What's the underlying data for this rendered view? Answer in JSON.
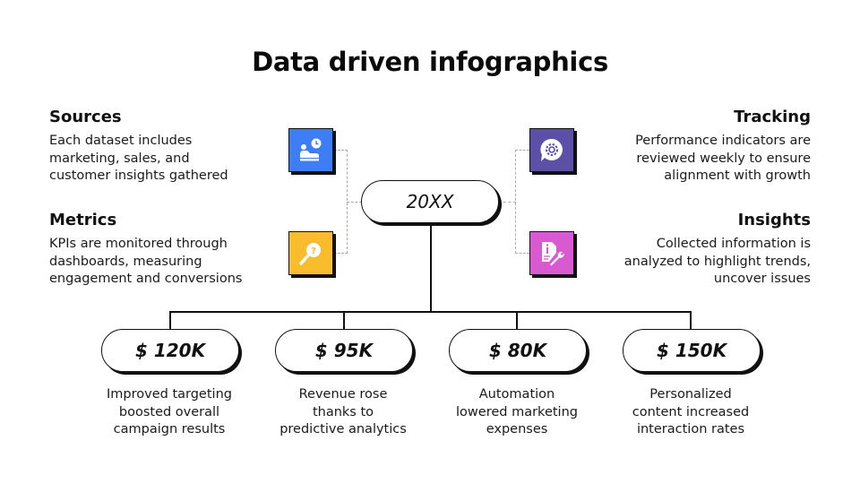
{
  "title": "Data driven infographics",
  "center_node": {
    "label": "20XX"
  },
  "left_blocks": [
    {
      "heading": "Sources",
      "description_lines": [
        "Each dataset includes",
        "marketing, sales, and",
        "customer insights gathered"
      ],
      "icon": "person-clock-icon",
      "icon_color": "#3D7EF5"
    },
    {
      "heading": "Metrics",
      "description_lines": [
        "KPIs are monitored through",
        "dashboards, measuring",
        "engagement and conversions"
      ],
      "icon": "magnifier-question-icon",
      "icon_color": "#F9BC2C"
    }
  ],
  "right_blocks": [
    {
      "heading": "Tracking",
      "description_lines": [
        "Performance indicators are",
        "reviewed weekly to ensure",
        "alignment with growth"
      ],
      "icon": "gear-chat-icon",
      "icon_color": "#5B4FA8"
    },
    {
      "heading": "Insights",
      "description_lines": [
        "Collected information is",
        "analyzed to highlight trends,",
        "uncover issues"
      ],
      "icon": "document-wrench-icon",
      "icon_color": "#D95AD0"
    }
  ],
  "values": [
    {
      "label": "$ 120K",
      "caption_lines": [
        "Improved targeting",
        "boosted overall",
        "campaign results"
      ]
    },
    {
      "label": "$ 95K",
      "caption_lines": [
        "Revenue rose",
        "thanks to",
        "predictive analytics"
      ]
    },
    {
      "label": "$ 80K",
      "caption_lines": [
        "Automation",
        "lowered marketing",
        "expenses"
      ]
    },
    {
      "label": "$ 150K",
      "caption_lines": [
        "Personalized",
        "content increased",
        "interaction rates"
      ]
    }
  ],
  "colors": {
    "text": "#111111",
    "connector_dashed": "#A8A8B8",
    "sources_blue": "#3D7EF5",
    "metrics_yellow": "#F9BC2C",
    "tracking_purple": "#5B4FA8",
    "insights_magenta": "#D95AD0"
  }
}
